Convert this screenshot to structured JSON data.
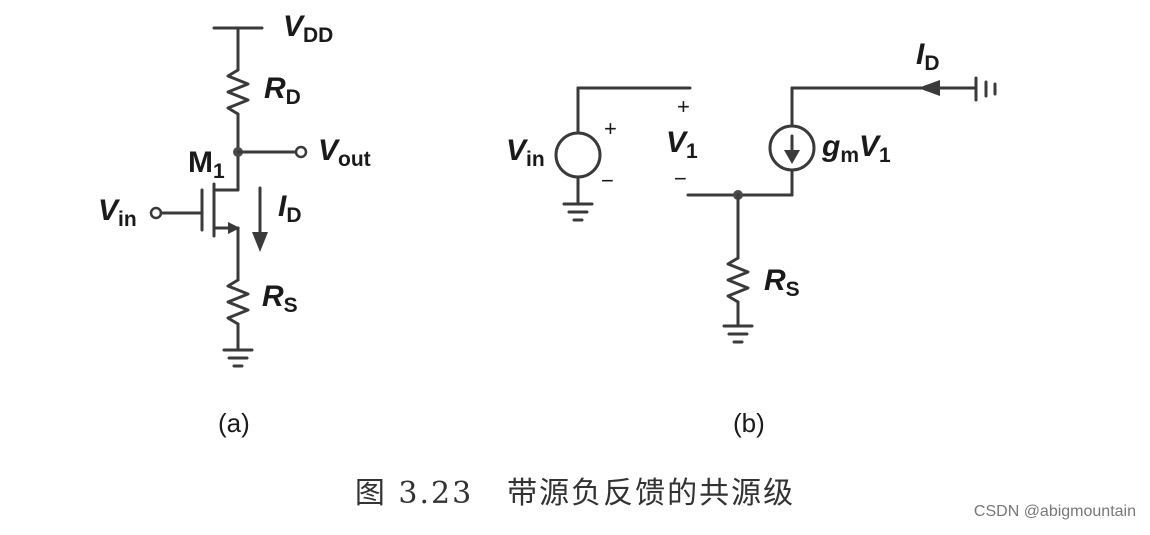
{
  "diagram_a": {
    "supply": {
      "main": "V",
      "sub": "DD"
    },
    "drain_resistor": {
      "main": "R",
      "sub": "D"
    },
    "transistor": {
      "main": "M",
      "sub": "1"
    },
    "output": {
      "main": "V",
      "sub": "out"
    },
    "input": {
      "main": "V",
      "sub": "in"
    },
    "current": {
      "main": "I",
      "sub": "D"
    },
    "source_resistor": {
      "main": "R",
      "sub": "S"
    },
    "caption": "(a)"
  },
  "diagram_b": {
    "source": {
      "main": "V",
      "sub": "in",
      "plus": "+",
      "minus": "−"
    },
    "control_voltage": {
      "main": "V",
      "sub": "1",
      "plus": "+",
      "minus": "−"
    },
    "dependent_source": {
      "main_g": "g",
      "sub_m": "m",
      "main_v": "V",
      "sub_1": "1"
    },
    "current": {
      "main": "I",
      "sub": "D"
    },
    "source_resistor": {
      "main": "R",
      "sub": "S"
    },
    "caption": "(b)"
  },
  "figure_caption": {
    "number": "图 3.23",
    "title": "带源负反馈的共源级"
  },
  "watermark": "CSDN @abigmountain"
}
